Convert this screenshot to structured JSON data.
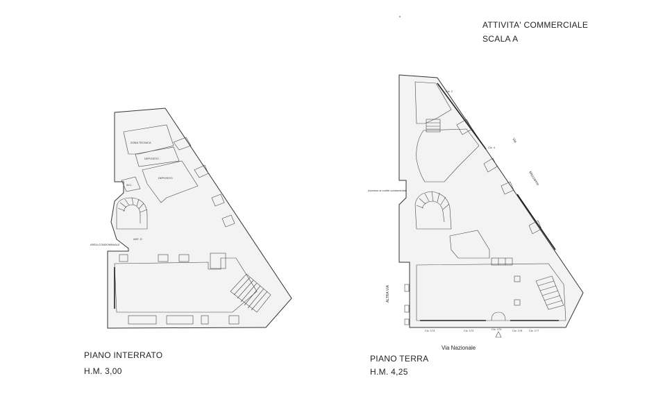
{
  "title": {
    "line1": "ATTIVITA' COMMERCIALE",
    "line2": "SCALA A"
  },
  "left_plan": {
    "name": "PIANO INTERRATO",
    "height": "H.M. 3,00",
    "labels": {
      "zona_tecnica": "ZONA TECNICA",
      "deposito1": "DEPOSITO",
      "deposito2": "DEPOSITO",
      "wc": "W.C.",
      "area": "AREA CONDOMINIALE",
      "ant": "ANT. D"
    }
  },
  "right_plan": {
    "name": "PIANO TERRA",
    "height": "H.M. 4,25",
    "street_bottom": "Via   Nazionale",
    "street_diag_via": "Via",
    "street_diag_name": "Mazzarino",
    "street_left": "ALTRA VIA",
    "accesso": "Accesso al cortile condominiale",
    "civici": [
      "Civ. 2",
      "Civ. 4",
      "Civ. 174",
      "Civ. 172",
      "Civ. 170",
      "Civ. 178",
      "Civ. 177"
    ]
  }
}
